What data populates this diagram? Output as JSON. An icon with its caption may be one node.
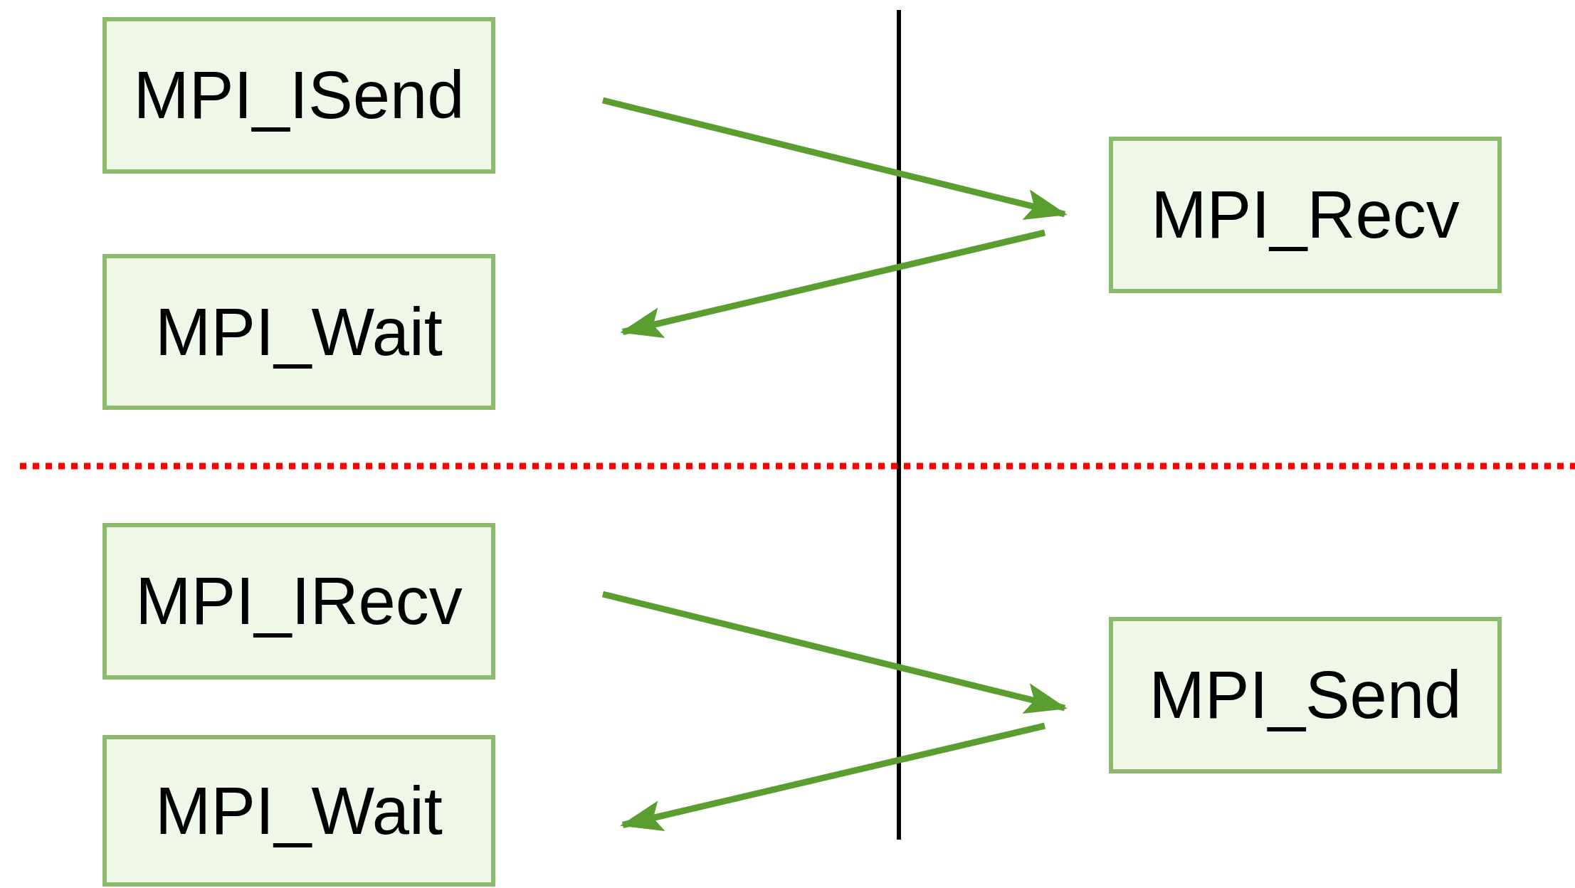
{
  "diagram": {
    "nodes": [
      {
        "text": [
          "MPI_ISend"
        ]
      },
      {
        "text": [
          "MPI_Wait"
        ]
      },
      {
        "text": [
          "MPI_Recv"
        ]
      },
      {
        "text": [
          "MPI_IRecv"
        ]
      },
      {
        "text": [
          "MPI_Wait"
        ]
      },
      {
        "text": [
          "MPI_Send"
        ]
      }
    ],
    "edges": [
      {
        "from": 0,
        "to": 2,
        "arrow": "to"
      },
      {
        "from": 2,
        "to": 1,
        "arrow": "to"
      },
      {
        "from": 3,
        "to": 5,
        "arrow": "to"
      },
      {
        "from": 5,
        "to": 4,
        "arrow": "to"
      }
    ]
  }
}
